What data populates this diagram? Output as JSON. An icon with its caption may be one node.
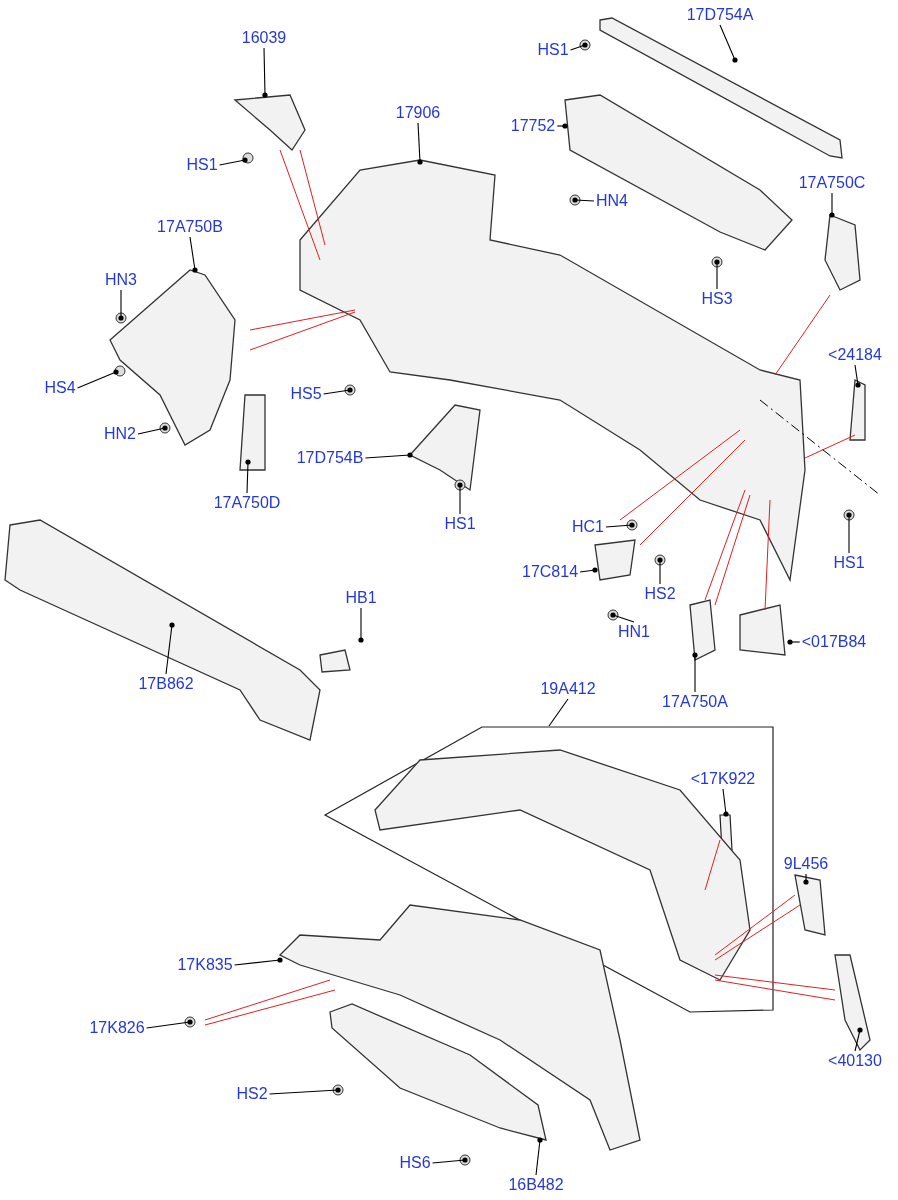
{
  "diagram": {
    "nodes": [
      {
        "text": [
          "16039"
        ]
      },
      {
        "text": [
          "HS1"
        ]
      },
      {
        "text": [
          "17906"
        ]
      },
      {
        "text": [
          "HS1"
        ]
      },
      {
        "text": [
          "17D754A"
        ]
      },
      {
        "text": [
          "17752"
        ]
      },
      {
        "text": [
          "HN4"
        ]
      },
      {
        "text": [
          "17A750C"
        ]
      },
      {
        "text": [
          "HS3"
        ]
      },
      {
        "text": [
          "17A750B"
        ]
      },
      {
        "text": [
          "HN3"
        ]
      },
      {
        "text": [
          "HS4"
        ]
      },
      {
        "text": [
          "HN2"
        ]
      },
      {
        "text": [
          "17A750D"
        ]
      },
      {
        "text": [
          "HS5"
        ]
      },
      {
        "text": [
          "17D754B"
        ]
      },
      {
        "text": [
          "HS1"
        ]
      },
      {
        "text": [
          "<24184"
        ]
      },
      {
        "text": [
          "HS1"
        ]
      },
      {
        "text": [
          "HC1"
        ]
      },
      {
        "text": [
          "17C814"
        ]
      },
      {
        "text": [
          "HS2"
        ]
      },
      {
        "text": [
          "HN1"
        ]
      },
      {
        "text": [
          "17A750A"
        ]
      },
      {
        "text": [
          "<017B84"
        ]
      },
      {
        "text": [
          "HB1"
        ]
      },
      {
        "text": [
          "17B862"
        ]
      },
      {
        "text": [
          "19A412"
        ]
      },
      {
        "text": [],
        "shape": "box"
      },
      {
        "text": [
          "<17K922"
        ],
        "in": 28
      },
      {
        "text": [],
        "shape": "box",
        "in": 28
      },
      {
        "text": [
          "9L456"
        ]
      },
      {
        "text": [
          "17K835"
        ]
      },
      {
        "text": [
          "17K826"
        ]
      },
      {
        "text": [
          "<40130"
        ]
      },
      {
        "text": [
          "HS2"
        ]
      },
      {
        "text": [
          "HS6"
        ]
      },
      {
        "text": [
          "16B482"
        ]
      }
    ],
    "edges": [
      {
        "from": 0,
        "to": null,
        "arrow": "other"
      },
      {
        "from": 1,
        "to": null,
        "arrow": "other"
      },
      {
        "from": 2,
        "to": null,
        "arrow": "other"
      },
      {
        "from": 3,
        "to": null,
        "arrow": "other"
      },
      {
        "from": 4,
        "to": null,
        "arrow": "other"
      },
      {
        "from": 5,
        "to": null,
        "arrow": "other"
      },
      {
        "from": 6,
        "to": null,
        "arrow": "other"
      },
      {
        "from": 7,
        "to": null,
        "arrow": "other"
      },
      {
        "from": 8,
        "to": null,
        "arrow": "other"
      },
      {
        "from": 9,
        "to": null,
        "arrow": "other"
      },
      {
        "from": 10,
        "to": null,
        "arrow": "other"
      },
      {
        "from": 11,
        "to": null,
        "arrow": "other"
      },
      {
        "from": 12,
        "to": null,
        "arrow": "other"
      },
      {
        "from": 13,
        "to": null,
        "arrow": "other"
      },
      {
        "from": 14,
        "to": null,
        "arrow": "other"
      },
      {
        "from": 15,
        "to": null,
        "arrow": "other"
      },
      {
        "from": 16,
        "to": null,
        "arrow": "other"
      },
      {
        "from": 17,
        "to": null,
        "arrow": "other"
      },
      {
        "from": 18,
        "to": null,
        "arrow": "other"
      },
      {
        "from": 19,
        "to": null,
        "arrow": "other"
      },
      {
        "from": 20,
        "to": null,
        "arrow": "other"
      },
      {
        "from": 21,
        "to": null,
        "arrow": "other"
      },
      {
        "from": 22,
        "to": null,
        "arrow": "other"
      },
      {
        "from": 23,
        "to": null,
        "arrow": "other"
      },
      {
        "from": 24,
        "to": null,
        "arrow": "other"
      },
      {
        "from": 25,
        "to": null,
        "arrow": "other"
      },
      {
        "from": 26,
        "to": null,
        "arrow": "other"
      },
      {
        "from": 27,
        "to": 28,
        "arrow": "none"
      },
      {
        "from": 29,
        "to": 30,
        "arrow": "other"
      },
      {
        "from": 31,
        "to": null,
        "arrow": "other"
      },
      {
        "from": 32,
        "to": null,
        "arrow": "other"
      },
      {
        "from": 33,
        "to": null,
        "arrow": "other"
      },
      {
        "from": 34,
        "to": null,
        "arrow": "other"
      },
      {
        "from": 35,
        "to": null,
        "arrow": "other"
      },
      {
        "from": 36,
        "to": null,
        "arrow": "other"
      },
      {
        "from": 37,
        "to": null,
        "arrow": "other"
      }
    ]
  }
}
